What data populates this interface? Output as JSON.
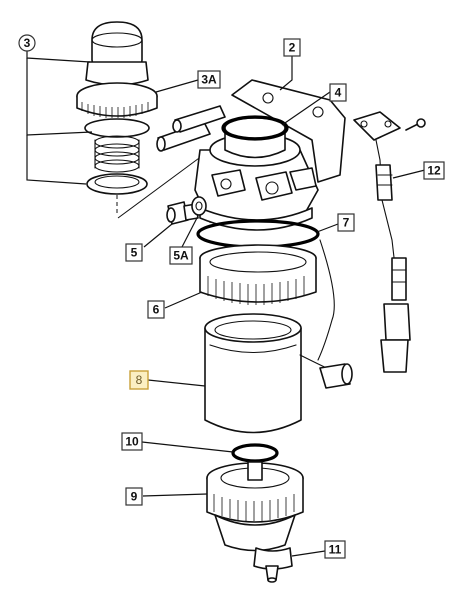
{
  "callouts": {
    "c3": "3",
    "c3a": "3A",
    "c2": "2",
    "c4": "4",
    "c12": "12",
    "c7": "7",
    "c5": "5",
    "c5a": "5A",
    "c6": "6",
    "c8": "8",
    "c10": "10",
    "c9": "9",
    "c11": "11"
  },
  "colors": {
    "line": "#111111",
    "highlight_fill": "#fbefc2",
    "highlight_stroke": "#c9a13a"
  }
}
